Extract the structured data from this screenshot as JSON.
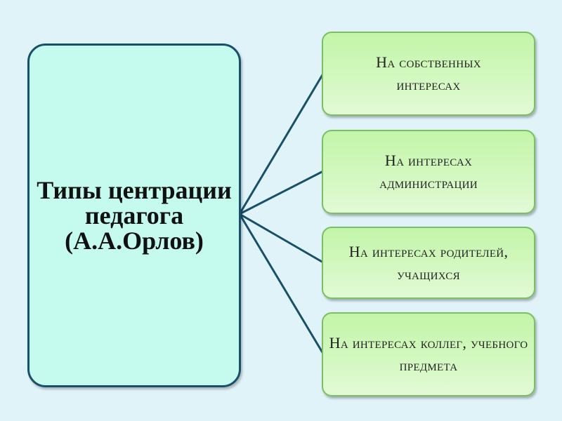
{
  "diagram": {
    "root": {
      "label": "Типы центрации педагога (А.А.Орлов)"
    },
    "branches": [
      {
        "label": "На собственных интересах"
      },
      {
        "label": "На интересах администрации"
      },
      {
        "label": "На интересах родителей,  учащихся"
      },
      {
        "label": "На интересах коллег, учебного предмета"
      }
    ],
    "colors": {
      "background": "#dff3f9",
      "root_fill": "#c5fbef",
      "root_border": "#18506a",
      "branch_fill": "#cff7bb",
      "branch_border": "#7cbf62",
      "connector": "#18506a"
    }
  }
}
